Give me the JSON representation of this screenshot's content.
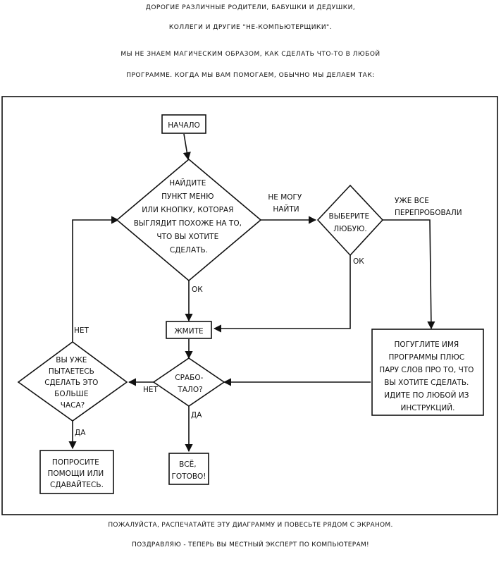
{
  "header": {
    "line1": "ДОРОГИЕ РАЗЛИЧНЫЕ РОДИТЕЛИ, БАБУШКИ И ДЕДУШКИ,",
    "line2": "КОЛЛЕГИ И ДРУГИЕ \"НЕ-КОМПЬЮТЕРЩИКИ\".",
    "line3": "МЫ НЕ ЗНАЕМ МАГИЧЕСКИМ ОБРАЗОМ, КАК СДЕЛАТЬ ЧТО-ТО В ЛЮБОЙ",
    "line4": "ПРОГРАММЕ. КОГДА МЫ ВАМ ПОМОГАЕМ, ОБЫЧНО МЫ ДЕЛАЕМ ТАК:"
  },
  "nodes": {
    "start": "НАЧАЛО",
    "find": [
      "НАЙДИТЕ",
      "ПУНКТ МЕНЮ",
      "ИЛИ КНОПКУ, КОТОРАЯ",
      "ВЫГЛЯДИТ ПОХОЖЕ НА ТО,",
      "ЧТО ВЫ ХОТИТЕ",
      "СДЕЛАТЬ."
    ],
    "pick": [
      "ВЫБЕРИТЕ",
      "ЛЮБУЮ."
    ],
    "click": "ЖМИТЕ",
    "worked": [
      "СРАБО-",
      "ТАЛО?"
    ],
    "trying": [
      "ВЫ УЖЕ",
      "ПЫТАЕТЕСЬ",
      "СДЕЛАТЬ ЭТО",
      "БОЛЬШЕ",
      "ЧАСА?"
    ],
    "google": [
      "ПОГУГЛИТЕ ИМЯ",
      "ПРОГРАММЫ ПЛЮС",
      "ПАРУ СЛОВ ПРО ТО, ЧТО",
      "ВЫ ХОТИТЕ СДЕЛАТЬ.",
      "ИДИТЕ ПО ЛЮБОЙ ИЗ",
      "ИНСТРУКЦИЙ."
    ],
    "ask": [
      "ПОПРОСИТЕ",
      "ПОМОЩИ ИЛИ",
      "СДАВАЙТЕСЬ."
    ],
    "done": [
      "ВСЁ,",
      "ГОТОВО!"
    ]
  },
  "edges": {
    "cant_find": [
      "НЕ МОГУ",
      "НАЙТИ"
    ],
    "tried_all": [
      "УЖЕ ВСЕ",
      "ПЕРЕПРОБОВАЛИ"
    ],
    "ok_find": "ОК",
    "ok_pick": "ОК",
    "no_worked": "НЕТ",
    "yes_worked": "ДА",
    "no_trying": "НЕТ",
    "yes_trying": "ДА"
  },
  "footer": {
    "line1": "ПОЖАЛУЙСТА, РАСПЕЧАТАЙТЕ ЭТУ ДИАГРАММУ И ПОВЕСЬТЕ РЯДОМ С ЭКРАНОМ.",
    "line2": "ПОЗДРАВЛЯЮ - ТЕПЕРЬ ВЫ МЕСТНЫЙ ЭКСПЕРТ ПО КОМПЬЮТЕРАМ!"
  }
}
